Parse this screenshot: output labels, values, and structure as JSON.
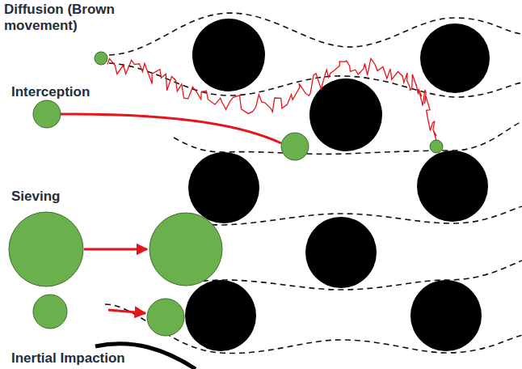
{
  "diagram": {
    "labels": [
      "Diffusion (Brown movement)",
      "Interception",
      "Sieving",
      "Inertial Impaction"
    ]
  }
}
